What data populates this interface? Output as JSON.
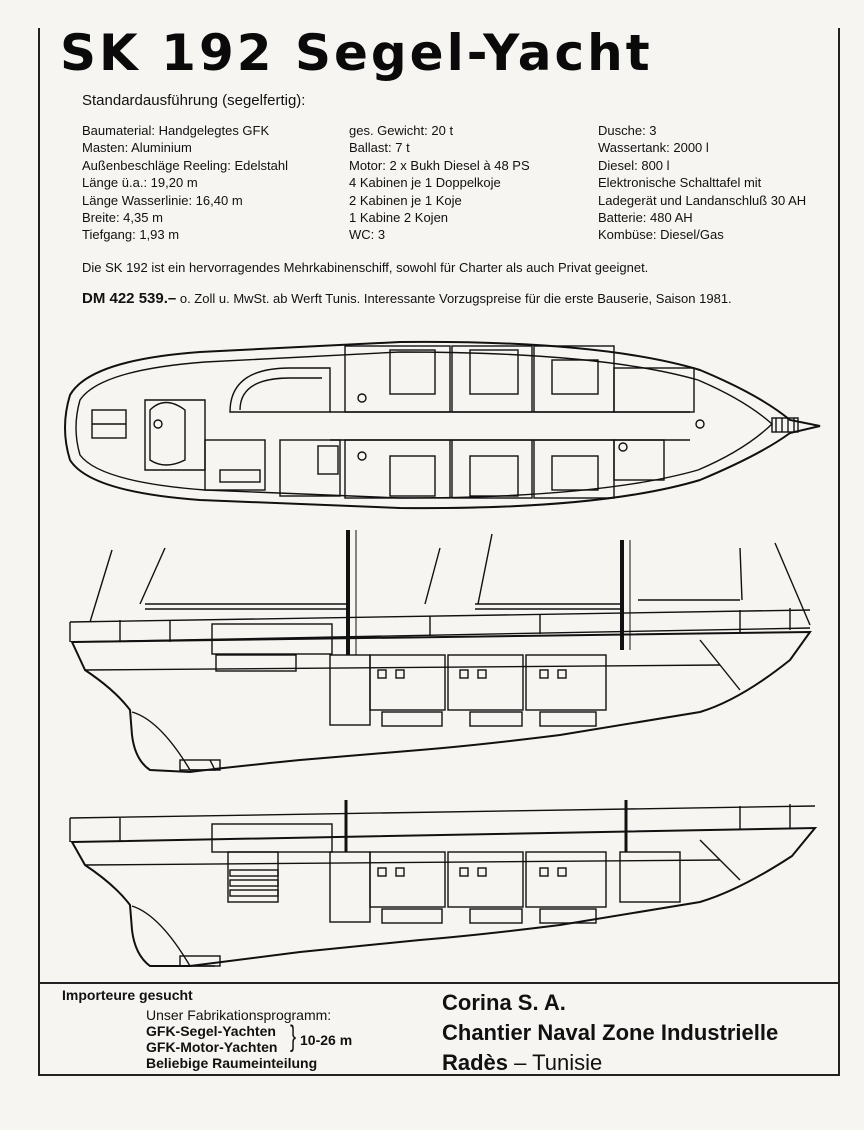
{
  "title": "SK 192 Segel-Yacht",
  "subtitle": "Standardausführung (segelfertig):",
  "specs": {
    "col1": [
      "Baumaterial: Handgelegtes GFK",
      "Masten: Aluminium",
      "Außenbeschläge Reeling: Edelstahl",
      "Länge ü.a.: 19,20 m",
      "Länge Wasserlinie: 16,40 m",
      "Breite: 4,35 m",
      "Tiefgang: 1,93 m"
    ],
    "col2": [
      "ges. Gewicht: 20 t",
      "Ballast: 7 t",
      "Motor: 2 x Bukh Diesel à 48 PS",
      "4 Kabinen je 1 Doppelkoje",
      "2 Kabinen je 1 Koje",
      "1 Kabine 2 Kojen",
      "WC: 3"
    ],
    "col3": [
      "Dusche: 3",
      "Wassertank: 2000 l",
      "Diesel: 800 l",
      "Elektronische Schalttafel mit",
      "Ladegerät und Landanschluß 30 AH",
      "Batterie: 480 AH",
      "Kombüse: Diesel/Gas"
    ]
  },
  "description": "Die SK 192 ist ein hervorragendes Mehrkabinenschiff, sowohl für Charter als auch Privat geeignet.",
  "price": {
    "amount": "DM 422 539.–",
    "text": " o. Zoll u. MwSt. ab Werft Tunis. Interessante Vorzugspreise für die erste Bauserie, Saison 1981."
  },
  "footer": {
    "importeure": "Importeure gesucht",
    "program_intro": "Unser Fabrikationsprogramm:",
    "program_lines": [
      "GFK-Segel-Yachten",
      "GFK-Motor-Yachten",
      "Beliebige Raumeinteilung"
    ],
    "range": "10-26 m",
    "company": [
      "Corina S. A.",
      "Chantier Naval Zone Industrielle"
    ],
    "city": "Radès",
    "country": "– Tunisie"
  }
}
